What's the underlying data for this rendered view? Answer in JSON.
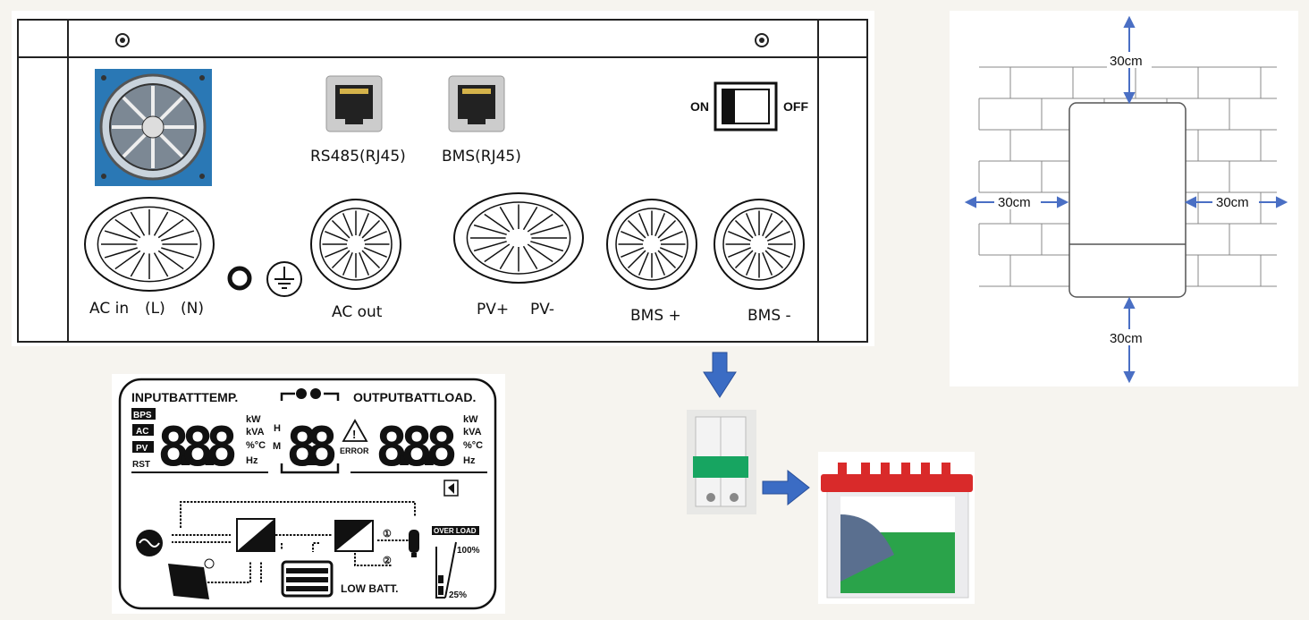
{
  "inverter_panel": {
    "ports": {
      "rs485": "RS485(RJ45)",
      "bms": "BMS(RJ45)",
      "switch_on": "ON",
      "switch_off": "OFF",
      "ac_in": "AC in",
      "ac_in_l": "(L)",
      "ac_in_n": "(N)",
      "ac_out": "AC out",
      "pv_plus": "PV+",
      "pv_minus": "PV-",
      "bms_plus": "BMS +",
      "bms_minus": "BMS -"
    }
  },
  "lcd": {
    "input_header": "INPUTBATTTEMP.",
    "output_header": "OUTPUTBATTLOAD.",
    "badges": [
      "BPS",
      "AC",
      "PV"
    ],
    "rst": "RST",
    "digits_left": "8.8.8",
    "digits_mid": "8.8",
    "digits_right": "8.8.8",
    "units": [
      "kW",
      "kVA",
      "%°C",
      "Hz"
    ],
    "h_label": "H",
    "m_label": "M",
    "error": "ERROR",
    "over_load": "OVER LOAD",
    "load_100": "100%",
    "load_25": "25%",
    "low_batt": "LOW BATT.",
    "path_1": "①",
    "path_2": "②"
  },
  "clearance": {
    "top": "30cm",
    "bottom": "30cm",
    "left": "30cm",
    "right": "30cm",
    "arrow_color": "#4a6fc4"
  },
  "flow_arrow_color": "#3b6cc4"
}
